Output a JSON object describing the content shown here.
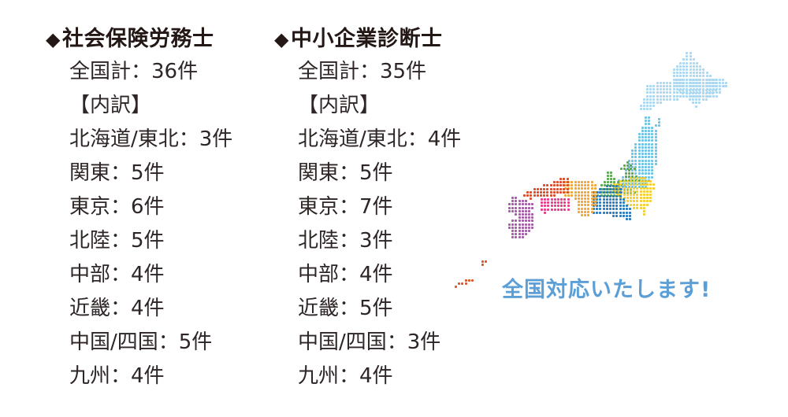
{
  "sections": [
    {
      "marker": "◆",
      "title": "社会保険労務士",
      "total": "全国計：36件",
      "breakdown_label": "【内訳】",
      "items": [
        {
          "region": "北海道/東北",
          "count": "3件",
          "text": "北海道/東北：3件"
        },
        {
          "region": "関東",
          "count": "5件",
          "text": "関東：5件"
        },
        {
          "region": "東京",
          "count": "6件",
          "text": "東京：6件"
        },
        {
          "region": "北陸",
          "count": "5件",
          "text": "北陸：5件"
        },
        {
          "region": "中部",
          "count": "4件",
          "text": "中部：4件"
        },
        {
          "region": "近畿",
          "count": "4件",
          "text": "近畿：4件"
        },
        {
          "region": "中国/四国",
          "count": "5件",
          "text": "中国/四国：5件"
        },
        {
          "region": "九州",
          "count": "4件",
          "text": "九州：4件"
        }
      ]
    },
    {
      "marker": "◆",
      "title": "中小企業診断士",
      "total": "全国計：35件",
      "breakdown_label": "【内訳】",
      "items": [
        {
          "region": "北海道/東北",
          "count": "4件",
          "text": "北海道/東北：4件"
        },
        {
          "region": "関東",
          "count": "5件",
          "text": "関東：5件"
        },
        {
          "region": "東京",
          "count": "7件",
          "text": "東京：7件"
        },
        {
          "region": "北陸",
          "count": "3件",
          "text": "北陸：3件"
        },
        {
          "region": "中部",
          "count": "4件",
          "text": "中部：4件"
        },
        {
          "region": "近畿",
          "count": "5件",
          "text": "近畿：5件"
        },
        {
          "region": "中国/四国",
          "count": "3件",
          "text": "中国/四国：3件"
        },
        {
          "region": "九州",
          "count": "4件",
          "text": "九州：4件"
        }
      ]
    }
  ],
  "tagline": "全国対応いたします!",
  "map": {
    "icon": "japan-dot-map",
    "region_colors": {
      "hokkaido": "#a9d8f0",
      "tohoku": "#6cc3e6",
      "hokuriku": "#5aa84f",
      "kanto": "#f5cf2a",
      "chubu": "#2a7abf",
      "kinki": "#f0a637",
      "chugoku": "#dd4a2a",
      "shikoku": "#e8398a",
      "kyushu": "#a55aa8",
      "okinawa": "#d9572a"
    }
  }
}
